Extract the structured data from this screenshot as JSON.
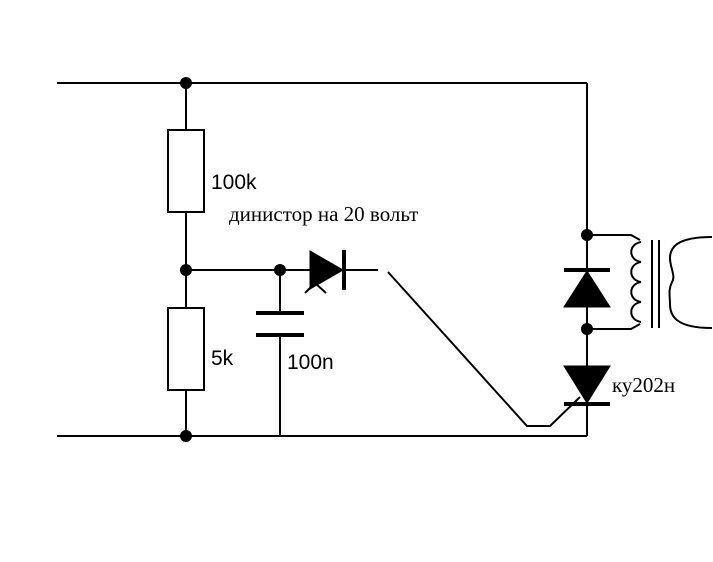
{
  "labels": {
    "r1": "100k",
    "r2": "5k",
    "capacitor": "100n",
    "dinistor": "динистор на 20 вольт",
    "thyristor": "ку202н"
  }
}
